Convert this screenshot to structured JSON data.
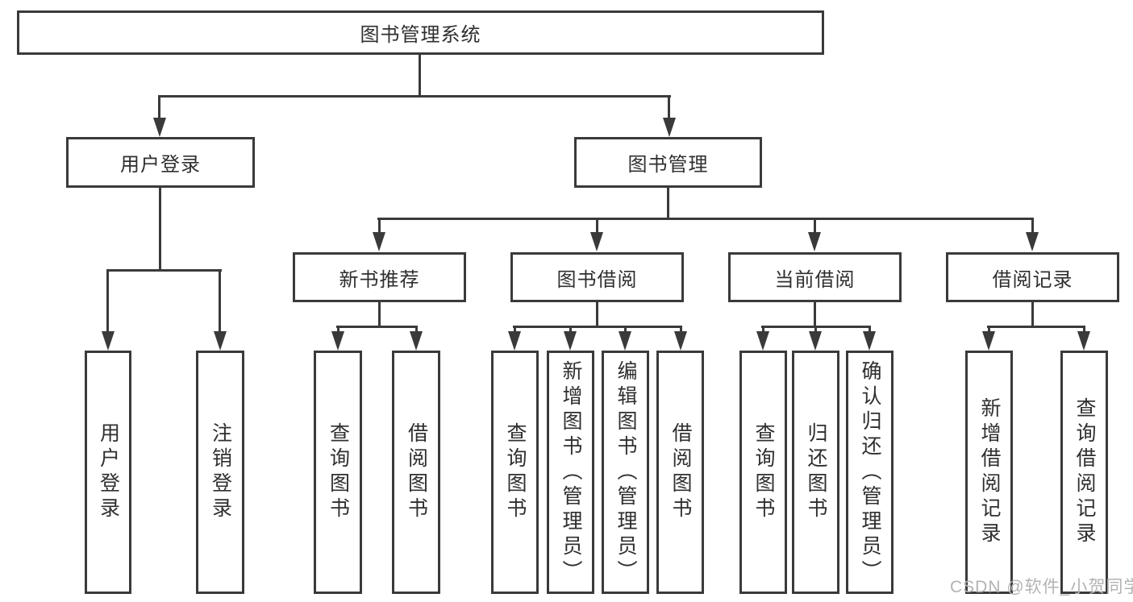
{
  "colors": {
    "line": "#3a3a3a",
    "text": "#2f2f2f",
    "watermark": "#b3b3b3",
    "background": "#ffffff"
  },
  "watermark": {
    "text": "CSDN @软件_小贺同学"
  },
  "diagram": {
    "root": {
      "label": "图书管理系统"
    },
    "branches": [
      {
        "label": "用户登录",
        "children": [
          {
            "label": "用户登录"
          },
          {
            "label": "注销登录"
          }
        ]
      },
      {
        "label": "图书管理",
        "children": [
          {
            "label": "新书推荐",
            "children": [
              {
                "label": "查询图书"
              },
              {
                "label": "借阅图书"
              }
            ]
          },
          {
            "label": "图书借阅",
            "children": [
              {
                "label": "查询图书"
              },
              {
                "label": "新增图书（管理员）"
              },
              {
                "label": "编辑图书（管理员）"
              },
              {
                "label": "借阅图书"
              }
            ]
          },
          {
            "label": "当前借阅",
            "children": [
              {
                "label": "查询图书"
              },
              {
                "label": "归还图书"
              },
              {
                "label": "确认归还（管理员）"
              }
            ]
          },
          {
            "label": "借阅记录",
            "children": [
              {
                "label": "新增借阅记录"
              },
              {
                "label": "查询借阅记录"
              }
            ]
          }
        ]
      }
    ]
  }
}
